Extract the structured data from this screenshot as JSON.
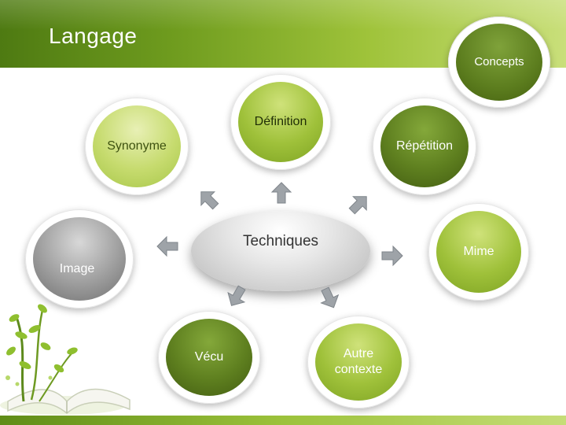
{
  "title": "Langage",
  "nodes": {
    "concepts": "Concepts",
    "definition": "Définition",
    "synonyme": "Synonyme",
    "repetition": "Répétition",
    "image": "Image",
    "mime": "Mime",
    "vecu": "Vécu",
    "autre_contexte": "Autre\ncontexte",
    "techniques": "Techniques"
  },
  "colors": {
    "green": "#8db52e",
    "dark_green": "#4e6b15",
    "light_green": "#c6db6e",
    "grey": "#8a8a8a"
  }
}
